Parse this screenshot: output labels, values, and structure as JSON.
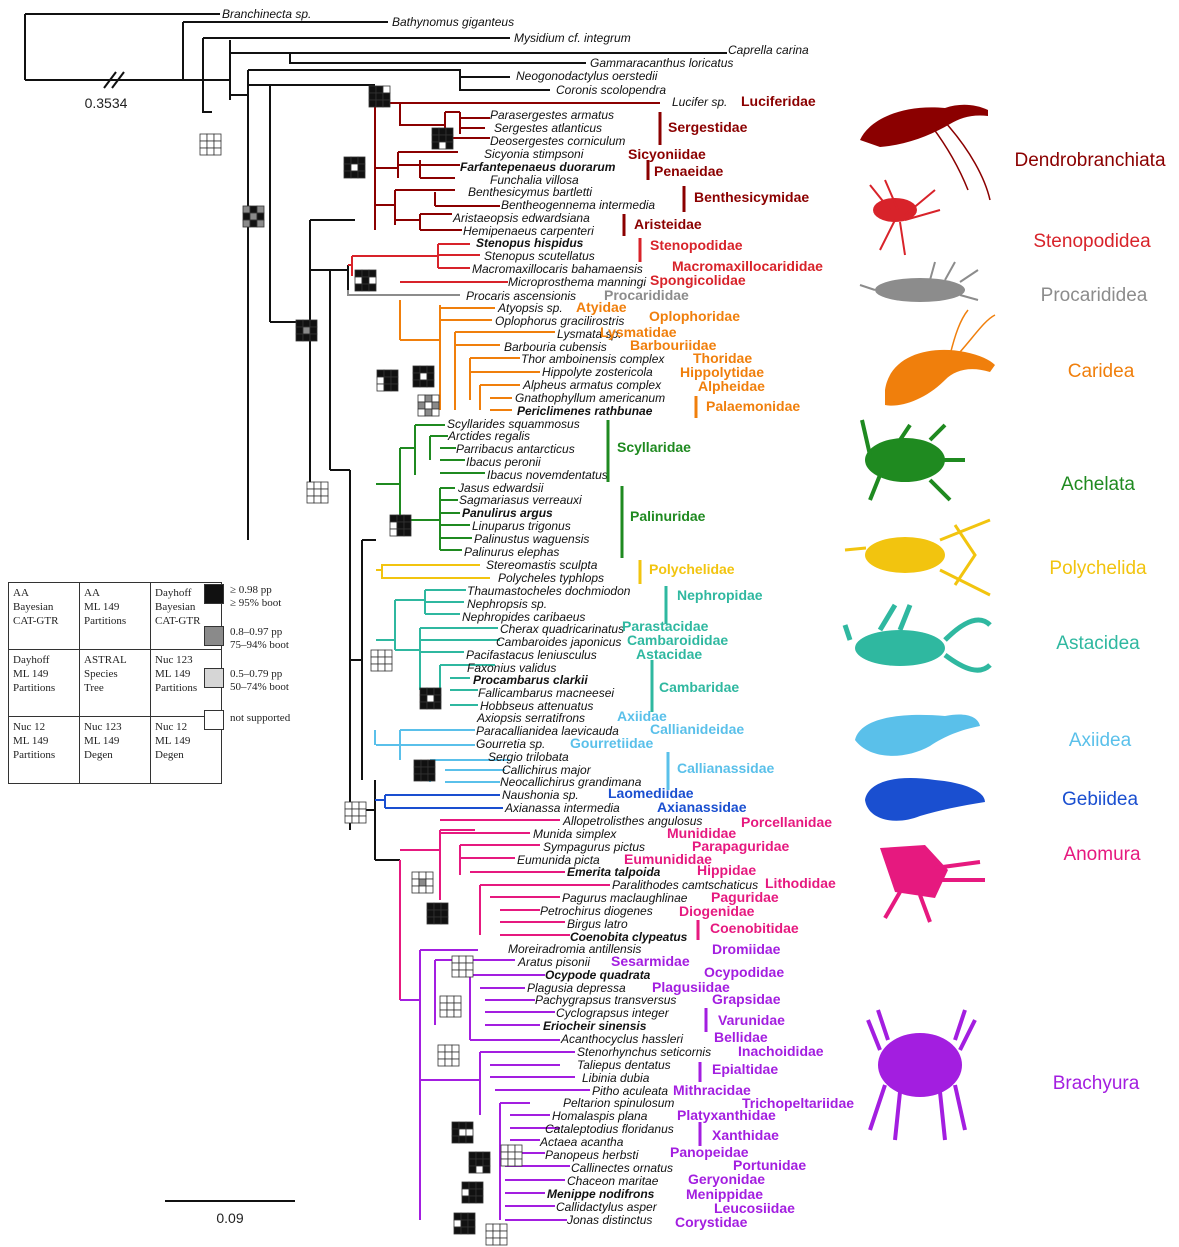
{
  "scale_bars": {
    "top": "0.3534",
    "bottom": "0.09"
  },
  "outgroups": [
    {
      "name": "Branchinecta sp."
    },
    {
      "name": "Bathynomus giganteus"
    },
    {
      "name": "Mysidium cf. integrum"
    },
    {
      "name": "Caprella carina"
    },
    {
      "name": "Gammaracanthus loricatus"
    },
    {
      "name": "Neogonodactylus oerstedii"
    },
    {
      "name": "Coronis scolopendra"
    }
  ],
  "clades": [
    {
      "key": "dendro",
      "label": "Dendrobranchiata",
      "color": "#8b0000"
    },
    {
      "key": "steno",
      "label": "Stenopodidea",
      "color": "#d8232a"
    },
    {
      "key": "proc",
      "label": "Procarididea",
      "color": "#8c8c8c"
    },
    {
      "key": "car",
      "label": "Caridea",
      "color": "#f07f0c"
    },
    {
      "key": "ach",
      "label": "Achelata",
      "color": "#1f8a20"
    },
    {
      "key": "poly",
      "label": "Polychelida",
      "color": "#f2c40f"
    },
    {
      "key": "ast",
      "label": "Astacidea",
      "color": "#2fb8a0"
    },
    {
      "key": "axi",
      "label": "Axiidea",
      "color": "#5ac0ea"
    },
    {
      "key": "geb",
      "label": "Gebiidea",
      "color": "#1a4fd0"
    },
    {
      "key": "ano",
      "label": "Anomura",
      "color": "#e6197f"
    },
    {
      "key": "bra",
      "label": "Brachyura",
      "color": "#a31ee0"
    }
  ],
  "taxa": [
    {
      "name": "Lucifer sp.",
      "bold": false,
      "clade": "dendro"
    },
    {
      "name": "Parasergestes armatus",
      "bold": false,
      "clade": "dendro"
    },
    {
      "name": "Sergestes atlanticus",
      "bold": false,
      "clade": "dendro"
    },
    {
      "name": "Deosergestes corniculum",
      "bold": false,
      "clade": "dendro"
    },
    {
      "name": "Sicyonia stimpsoni",
      "bold": false,
      "clade": "dendro"
    },
    {
      "name": "Farfantepenaeus duorarum",
      "bold": true,
      "clade": "dendro"
    },
    {
      "name": "Funchalia villosa",
      "bold": false,
      "clade": "dendro"
    },
    {
      "name": "Benthesicymus bartletti",
      "bold": false,
      "clade": "dendro"
    },
    {
      "name": "Bentheogennema intermedia",
      "bold": false,
      "clade": "dendro"
    },
    {
      "name": "Aristaeopsis edwardsiana",
      "bold": false,
      "clade": "dendro"
    },
    {
      "name": "Hemipenaeus carpenteri",
      "bold": false,
      "clade": "dendro"
    },
    {
      "name": "Stenopus hispidus",
      "bold": true,
      "clade": "steno"
    },
    {
      "name": "Stenopus scutellatus",
      "bold": false,
      "clade": "steno"
    },
    {
      "name": "Macromaxillocaris bahamaensis",
      "bold": false,
      "clade": "steno"
    },
    {
      "name": "Microprosthema manningi",
      "bold": false,
      "clade": "steno"
    },
    {
      "name": "Procaris ascensionis",
      "bold": false,
      "clade": "proc"
    },
    {
      "name": "Atyopsis sp.",
      "bold": false,
      "clade": "car"
    },
    {
      "name": "Oplophorus gracilirostris",
      "bold": false,
      "clade": "car"
    },
    {
      "name": "Lysmata sp.",
      "bold": false,
      "clade": "car"
    },
    {
      "name": "Barbouria cubensis",
      "bold": false,
      "clade": "car"
    },
    {
      "name": "Thor amboinensis complex",
      "bold": false,
      "clade": "car"
    },
    {
      "name": "Hippolyte zostericola",
      "bold": false,
      "clade": "car"
    },
    {
      "name": "Alpheus armatus complex",
      "bold": false,
      "clade": "car"
    },
    {
      "name": "Gnathophyllum americanum",
      "bold": false,
      "clade": "car"
    },
    {
      "name": "Periclimenes rathbunae",
      "bold": true,
      "clade": "car"
    },
    {
      "name": "Scyllarides squammosus",
      "bold": false,
      "clade": "ach"
    },
    {
      "name": "Arctides regalis",
      "bold": false,
      "clade": "ach"
    },
    {
      "name": "Parribacus antarcticus",
      "bold": false,
      "clade": "ach"
    },
    {
      "name": "Ibacus peronii",
      "bold": false,
      "clade": "ach"
    },
    {
      "name": "Ibacus novemdentatus",
      "bold": false,
      "clade": "ach"
    },
    {
      "name": "Jasus edwardsii",
      "bold": false,
      "clade": "ach"
    },
    {
      "name": "Sagmariasus verreauxi",
      "bold": false,
      "clade": "ach"
    },
    {
      "name": "Panulirus argus",
      "bold": true,
      "clade": "ach"
    },
    {
      "name": "Linuparus trigonus",
      "bold": false,
      "clade": "ach"
    },
    {
      "name": "Palinustus waguensis",
      "bold": false,
      "clade": "ach"
    },
    {
      "name": "Palinurus elephas",
      "bold": false,
      "clade": "ach"
    },
    {
      "name": "Stereomastis sculpta",
      "bold": false,
      "clade": "poly"
    },
    {
      "name": "Polycheles typhlops",
      "bold": false,
      "clade": "poly"
    },
    {
      "name": "Thaumastocheles dochmiodon",
      "bold": false,
      "clade": "ast"
    },
    {
      "name": "Nephropsis sp.",
      "bold": false,
      "clade": "ast"
    },
    {
      "name": "Nephropides caribaeus",
      "bold": false,
      "clade": "ast"
    },
    {
      "name": "Cherax quadricarinatus",
      "bold": false,
      "clade": "ast"
    },
    {
      "name": "Cambaroides japonicus",
      "bold": false,
      "clade": "ast"
    },
    {
      "name": "Pacifastacus leniusculus",
      "bold": false,
      "clade": "ast"
    },
    {
      "name": "Faxonius validus",
      "bold": false,
      "clade": "ast"
    },
    {
      "name": "Procambarus clarkii",
      "bold": true,
      "clade": "ast"
    },
    {
      "name": "Fallicambarus macneesei",
      "bold": false,
      "clade": "ast"
    },
    {
      "name": "Hobbseus attenuatus",
      "bold": false,
      "clade": "ast"
    },
    {
      "name": "Axiopsis serratifrons",
      "bold": false,
      "clade": "axi"
    },
    {
      "name": "Paracallianidea laevicauda",
      "bold": false,
      "clade": "axi"
    },
    {
      "name": "Gourretia sp.",
      "bold": false,
      "clade": "axi"
    },
    {
      "name": "Sergio trilobata",
      "bold": false,
      "clade": "axi"
    },
    {
      "name": "Callichirus major",
      "bold": false,
      "clade": "axi"
    },
    {
      "name": "Neocallichirus grandimana",
      "bold": false,
      "clade": "axi"
    },
    {
      "name": "Naushonia sp.",
      "bold": false,
      "clade": "geb"
    },
    {
      "name": "Axianassa intermedia",
      "bold": false,
      "clade": "geb"
    },
    {
      "name": "Allopetrolisthes angulosus",
      "bold": false,
      "clade": "ano"
    },
    {
      "name": "Munida simplex",
      "bold": false,
      "clade": "ano"
    },
    {
      "name": "Sympagurus pictus",
      "bold": false,
      "clade": "ano"
    },
    {
      "name": "Eumunida picta",
      "bold": false,
      "clade": "ano"
    },
    {
      "name": "Emerita talpoida",
      "bold": true,
      "clade": "ano"
    },
    {
      "name": "Paralithodes camtschaticus",
      "bold": false,
      "clade": "ano"
    },
    {
      "name": "Pagurus maclaughlinae",
      "bold": false,
      "clade": "ano"
    },
    {
      "name": "Petrochirus diogenes",
      "bold": false,
      "clade": "ano"
    },
    {
      "name": "Birgus latro",
      "bold": false,
      "clade": "ano"
    },
    {
      "name": "Coenobita clypeatus",
      "bold": true,
      "clade": "ano"
    },
    {
      "name": "Moreiradromia antillensis",
      "bold": false,
      "clade": "bra"
    },
    {
      "name": "Aratus pisonii",
      "bold": false,
      "clade": "bra"
    },
    {
      "name": "Ocypode quadrata",
      "bold": true,
      "clade": "bra"
    },
    {
      "name": "Plagusia depressa",
      "bold": false,
      "clade": "bra"
    },
    {
      "name": "Pachygrapsus transversus",
      "bold": false,
      "clade": "bra"
    },
    {
      "name": "Cyclograpsus integer",
      "bold": false,
      "clade": "bra"
    },
    {
      "name": "Eriocheir sinensis",
      "bold": true,
      "clade": "bra"
    },
    {
      "name": "Acanthocyclus hassleri",
      "bold": false,
      "clade": "bra"
    },
    {
      "name": "Stenorhynchus seticornis",
      "bold": false,
      "clade": "bra"
    },
    {
      "name": "Taliepus dentatus",
      "bold": false,
      "clade": "bra"
    },
    {
      "name": "Libinia dubia",
      "bold": false,
      "clade": "bra"
    },
    {
      "name": "Pitho aculeata",
      "bold": false,
      "clade": "bra"
    },
    {
      "name": "Peltarion spinulosum",
      "bold": false,
      "clade": "bra"
    },
    {
      "name": "Homalaspis plana",
      "bold": false,
      "clade": "bra"
    },
    {
      "name": "Cataleptodius floridanus",
      "bold": false,
      "clade": "bra"
    },
    {
      "name": "Actaea acantha",
      "bold": false,
      "clade": "bra"
    },
    {
      "name": "Panopeus herbsti",
      "bold": false,
      "clade": "bra"
    },
    {
      "name": "Callinectes ornatus",
      "bold": false,
      "clade": "bra"
    },
    {
      "name": "Chaceon maritae",
      "bold": false,
      "clade": "bra"
    },
    {
      "name": "Menippe nodifrons",
      "bold": true,
      "clade": "bra"
    },
    {
      "name": "Callidactylus asper",
      "bold": false,
      "clade": "bra"
    },
    {
      "name": "Jonas distinctus",
      "bold": false,
      "clade": "bra"
    }
  ],
  "families": [
    {
      "name": "Luciferidae",
      "clade": "dendro"
    },
    {
      "name": "Sergestidae",
      "clade": "dendro"
    },
    {
      "name": "Sicyoniidae",
      "clade": "dendro"
    },
    {
      "name": "Penaeidae",
      "clade": "dendro"
    },
    {
      "name": "Benthesicymidae",
      "clade": "dendro"
    },
    {
      "name": "Aristeidae",
      "clade": "dendro"
    },
    {
      "name": "Stenopodidae",
      "clade": "steno"
    },
    {
      "name": "Macromaxillocarididae",
      "clade": "steno"
    },
    {
      "name": "Spongicolidae",
      "clade": "steno"
    },
    {
      "name": "Procarididae",
      "clade": "proc"
    },
    {
      "name": "Atyidae",
      "clade": "car"
    },
    {
      "name": "Oplophoridae",
      "clade": "car"
    },
    {
      "name": "Lysmatidae",
      "clade": "car"
    },
    {
      "name": "Barbouriidae",
      "clade": "car"
    },
    {
      "name": "Thoridae",
      "clade": "car"
    },
    {
      "name": "Hippolytidae",
      "clade": "car"
    },
    {
      "name": "Alpheidae",
      "clade": "car"
    },
    {
      "name": "Palaemonidae",
      "clade": "car"
    },
    {
      "name": "Scyllaridae",
      "clade": "ach"
    },
    {
      "name": "Palinuridae",
      "clade": "ach"
    },
    {
      "name": "Polychelidae",
      "clade": "poly"
    },
    {
      "name": "Nephropidae",
      "clade": "ast"
    },
    {
      "name": "Parastacidae",
      "clade": "ast"
    },
    {
      "name": "Cambaroididae",
      "clade": "ast"
    },
    {
      "name": "Astacidae",
      "clade": "ast"
    },
    {
      "name": "Cambaridae",
      "clade": "ast"
    },
    {
      "name": "Axiidae",
      "clade": "axi"
    },
    {
      "name": "Callianideidae",
      "clade": "axi"
    },
    {
      "name": "Gourretiidae",
      "clade": "axi"
    },
    {
      "name": "Callianassidae",
      "clade": "axi"
    },
    {
      "name": "Laomediidae",
      "clade": "geb"
    },
    {
      "name": "Axianassidae",
      "clade": "geb"
    },
    {
      "name": "Porcellanidae",
      "clade": "ano"
    },
    {
      "name": "Munididae",
      "clade": "ano"
    },
    {
      "name": "Parapaguridae",
      "clade": "ano"
    },
    {
      "name": "Eumunididae",
      "clade": "ano"
    },
    {
      "name": "Hippidae",
      "clade": "ano"
    },
    {
      "name": "Lithodidae",
      "clade": "ano"
    },
    {
      "name": "Paguridae",
      "clade": "ano"
    },
    {
      "name": "Diogenidae",
      "clade": "ano"
    },
    {
      "name": "Coenobitidae",
      "clade": "ano"
    },
    {
      "name": "Dromiidae",
      "clade": "bra"
    },
    {
      "name": "Sesarmidae",
      "clade": "bra"
    },
    {
      "name": "Ocypodidae",
      "clade": "bra"
    },
    {
      "name": "Plagusiidae",
      "clade": "bra"
    },
    {
      "name": "Grapsidae",
      "clade": "bra"
    },
    {
      "name": "Varunidae",
      "clade": "bra"
    },
    {
      "name": "Bellidae",
      "clade": "bra"
    },
    {
      "name": "Inachoididae",
      "clade": "bra"
    },
    {
      "name": "Epialtidae",
      "clade": "bra"
    },
    {
      "name": "Mithracidae",
      "clade": "bra"
    },
    {
      "name": "Trichopeltariidae",
      "clade": "bra"
    },
    {
      "name": "Platyxanthidae",
      "clade": "bra"
    },
    {
      "name": "Xanthidae",
      "clade": "bra"
    },
    {
      "name": "Panopeidae",
      "clade": "bra"
    },
    {
      "name": "Portunidae",
      "clade": "bra"
    },
    {
      "name": "Geryonidae",
      "clade": "bra"
    },
    {
      "name": "Menippidae",
      "clade": "bra"
    },
    {
      "name": "Leucosiidae",
      "clade": "bra"
    },
    {
      "name": "Corystidae",
      "clade": "bra"
    }
  ],
  "legend": {
    "grid": [
      [
        "AA\nBayesian\nCAT-GTR",
        "AA\nML 149\nPartitions",
        "Dayhoff\nBayesian\nCAT-GTR"
      ],
      [
        "Dayhoff\nML 149\nPartitions",
        "ASTRAL\nSpecies\nTree",
        "Nuc 123\nML 149\nPartitions"
      ],
      [
        "Nuc 12\nML 149\nPartitions",
        "Nuc 123\nML 149\nDegen",
        "Nuc 12\nML 149\nDegen"
      ]
    ],
    "key": [
      {
        "label": "≥ 0.98 pp\n≥ 95% boot",
        "color": "#111111"
      },
      {
        "label": "0.8–0.97 pp\n75–94% boot",
        "color": "#8a8a8a"
      },
      {
        "label": "0.5–0.79 pp\n50–74% boot",
        "color": "#d6d6d6"
      },
      {
        "label": "not supported",
        "color": "#ffffff"
      }
    ]
  }
}
